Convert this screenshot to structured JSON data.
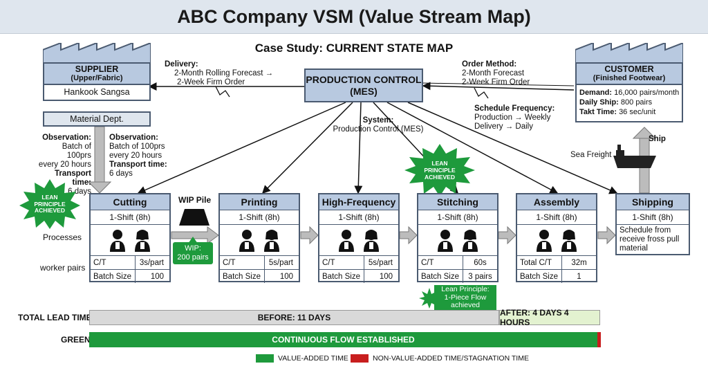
{
  "title": "ABC Company VSM (Value Stream Map)",
  "subtitle": "Case Study: CURRENT STATE MAP",
  "supplier": {
    "name": "SUPPLIER",
    "sub": "(Upper/Fabric)",
    "company": "Hankook Sangsa",
    "dept": "Material Dept."
  },
  "customer": {
    "name": "CUSTOMER",
    "sub": "(Finished Footwear)",
    "demand_k": "Demand:",
    "demand_v": "16,000 pairs/month",
    "ship_k": "Daily Ship:",
    "ship_v": "800 pairs",
    "takt_k": "Takt Time:",
    "takt_v": "36 sec/unit"
  },
  "production_control": {
    "line1": "PRODUCTION CONTROL",
    "line2": "(MES)"
  },
  "delivery": {
    "label": "Delivery:",
    "l1": "2-Month Rolling Forecast →",
    "l2": "2-Week Firm Order"
  },
  "order": {
    "label": "Order Method:",
    "l1": "2-Month Forecast",
    "l2": "2-Week Firm Order"
  },
  "schedule": {
    "label": "Schedule Frequency:",
    "l1": "Production → Weekly",
    "l2": "Delivery → Daily"
  },
  "system": {
    "label": "System:",
    "value": "Production Control (MES)"
  },
  "observation_left": {
    "k1": "Observation:",
    "l1": "Batch of 100prs",
    "l2": "every 20 hours",
    "k2": "Transport time:",
    "l3": "6 days"
  },
  "observation_right": {
    "k1": "Observation:",
    "l1": "Batch of 100prs",
    "l2": "every 20 hours",
    "k2": "Transport time:",
    "l3": "6 days"
  },
  "lean_badge": {
    "l1": "LEAN",
    "l2": "PRINCIPLE",
    "l3": "ACHIEVED"
  },
  "lean_note": {
    "l1": "Lean Principle:",
    "l2": "1-Piece Flow",
    "l3": "achieved"
  },
  "sea_freight": "Sea Freight",
  "ship": "Ship",
  "wip_pile": "WIP Pile",
  "wip": {
    "l1": "WIP:",
    "l2": "200 pairs"
  },
  "row_labels": {
    "processes": "Processes",
    "worker_pairs": "worker pairs"
  },
  "processes": [
    {
      "name": "Cutting",
      "shift": "1-Shift (8h)",
      "r1k": "C/T",
      "r1v": "3s/part",
      "r2k": "Batch Size",
      "r2v": "100"
    },
    {
      "name": "Printing",
      "shift": "1-Shift (8h)",
      "r1k": "C/T",
      "r1v": "5s/part",
      "r2k": "Batch Size",
      "r2v": "100"
    },
    {
      "name": "High-Frequency",
      "shift": "1-Shift (8h)",
      "r1k": "C/T",
      "r1v": "5s/part",
      "r2k": "Batch Size",
      "r2v": "100"
    },
    {
      "name": "Stitching",
      "shift": "1-Shift (8h)",
      "r1k": "C/T",
      "r1v": "60s",
      "r2k": "Batch Size",
      "r2v": "3 pairs"
    },
    {
      "name": "Assembly",
      "shift": "1-Shift (8h)",
      "r1k": "Total C/T",
      "r1v": "32m",
      "r2k": "Batch Size",
      "r2v": "1"
    }
  ],
  "shipping": {
    "name": "Shipping",
    "shift": "1-Shift (8h)",
    "note": "Schedule from receive fross pull material"
  },
  "lead_time": {
    "label": "TOTAL LEAD TIME",
    "before": "BEFORE: 11 DAYS",
    "after": "AFTER: 4 DAYS 4 HOURS"
  },
  "green": {
    "label": "GREEN",
    "text": "CONTINUOUS FLOW ESTABLISHED"
  },
  "legend": {
    "value_added": "VALUE-ADDED TIME",
    "non_value_added": "NON-VALUE-ADDED TIME/STAGNATION TIME"
  },
  "colors": {
    "header": "#b8c9e0",
    "green": "#1e9a3c",
    "red": "#c81e1e",
    "gray_bar": "#d9d9d9",
    "light_green": "#e3f2d0"
  }
}
